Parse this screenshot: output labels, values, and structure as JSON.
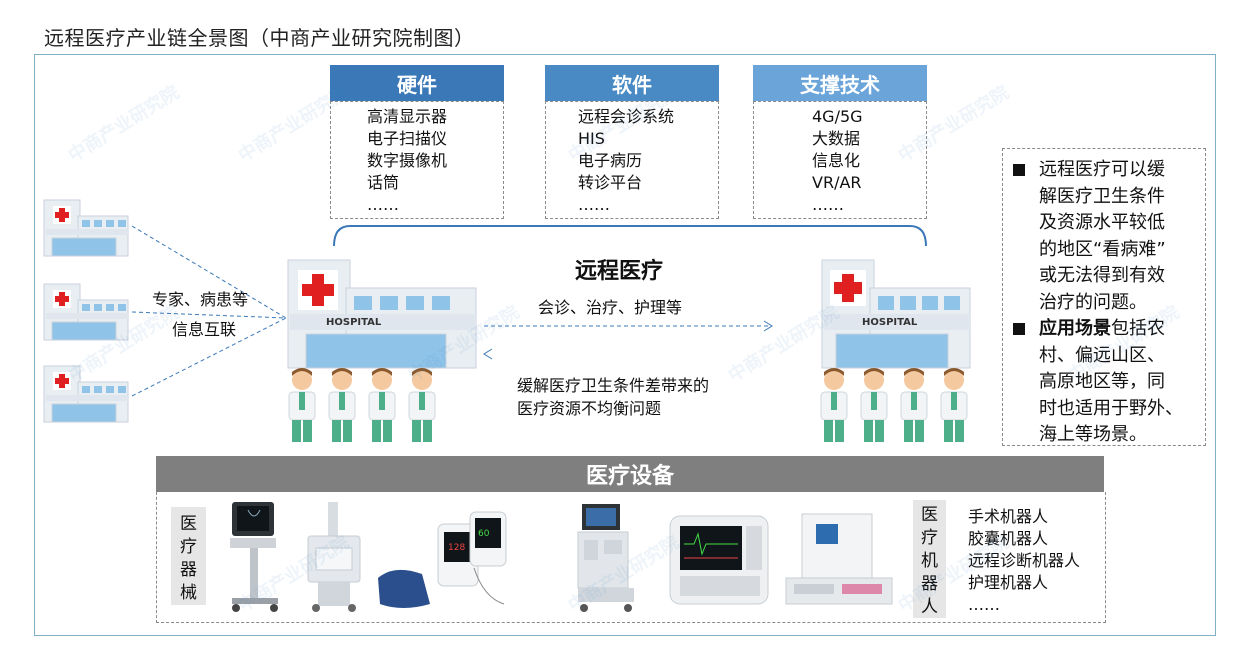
{
  "title": "远程医疗产业链全景图（中商产业研究院制图）",
  "categories": [
    {
      "name": "硬件",
      "color": "#3a78b8",
      "items": [
        "高清显示器",
        "电子扫描仪",
        "数字摄像机",
        "话筒",
        "……"
      ]
    },
    {
      "name": "软件",
      "color": "#4a8ac4",
      "items": [
        "远程会诊系统",
        "HIS",
        "电子病历",
        "转诊平台",
        "……"
      ]
    },
    {
      "name": "支撑技术",
      "color": "#6aa4d8",
      "items": [
        "4G/5G",
        "大数据",
        "信息化",
        "VR/AR",
        "……"
      ]
    }
  ],
  "center": {
    "heading": "远程医疗",
    "services": "会诊、治疗、护理等",
    "benefit_line1": "缓解医疗卫生条件差带来的",
    "benefit_line2": "医疗资源不均衡问题"
  },
  "left_link": {
    "line1": "专家、病患等",
    "line2": "信息互联"
  },
  "hospital_sign": "HOSPITAL",
  "right_panel": {
    "bullet1": [
      "远程医疗可以缓",
      "解医疗卫生条件",
      "及资源水平较低",
      "的地区“看病难”",
      "或无法得到有效",
      "治疗的问题。"
    ],
    "bullet2_bold": "应用场景",
    "bullet2_first_rest": "包括农",
    "bullet2": [
      "村、偏远山区、",
      "高原地区等，同",
      "时也适用于野外、",
      "海上等场景。"
    ]
  },
  "equipment": {
    "bar_label": "医疗设备",
    "instruments_label": [
      "医",
      "疗",
      "器",
      "械"
    ],
    "robots_label": [
      "医",
      "疗",
      "机",
      "器",
      "人"
    ],
    "robots": [
      "手术机器人",
      "胶囊机器人",
      "远程诊断机器人",
      "护理机器人",
      "……"
    ]
  },
  "watermark": "中商产业研究院"
}
